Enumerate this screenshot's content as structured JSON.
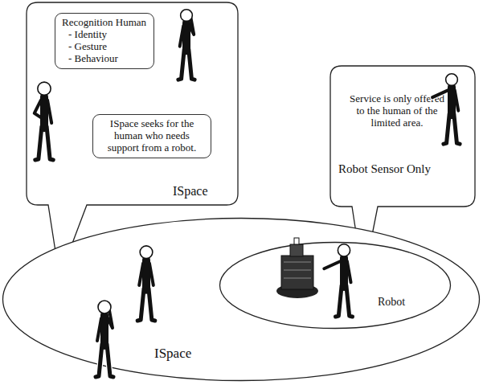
{
  "diagram": {
    "nodes": [
      {
        "text": [
          "ISpace"
        ]
      },
      {
        "text": [
          "Recognition Human",
          "- Identity",
          "- Gesture",
          "- Behaviour"
        ],
        "in": 0
      },
      {
        "text": [
          "ISpace seeks for the human who needs support from a robot."
        ],
        "in": 0
      },
      {
        "text": [
          "Service is only offered to the human of the limited area.",
          "Robot Sensor Only"
        ]
      },
      {
        "text": [
          "ISpace"
        ]
      },
      {
        "text": [
          "Robot"
        ],
        "in": 4
      }
    ]
  }
}
